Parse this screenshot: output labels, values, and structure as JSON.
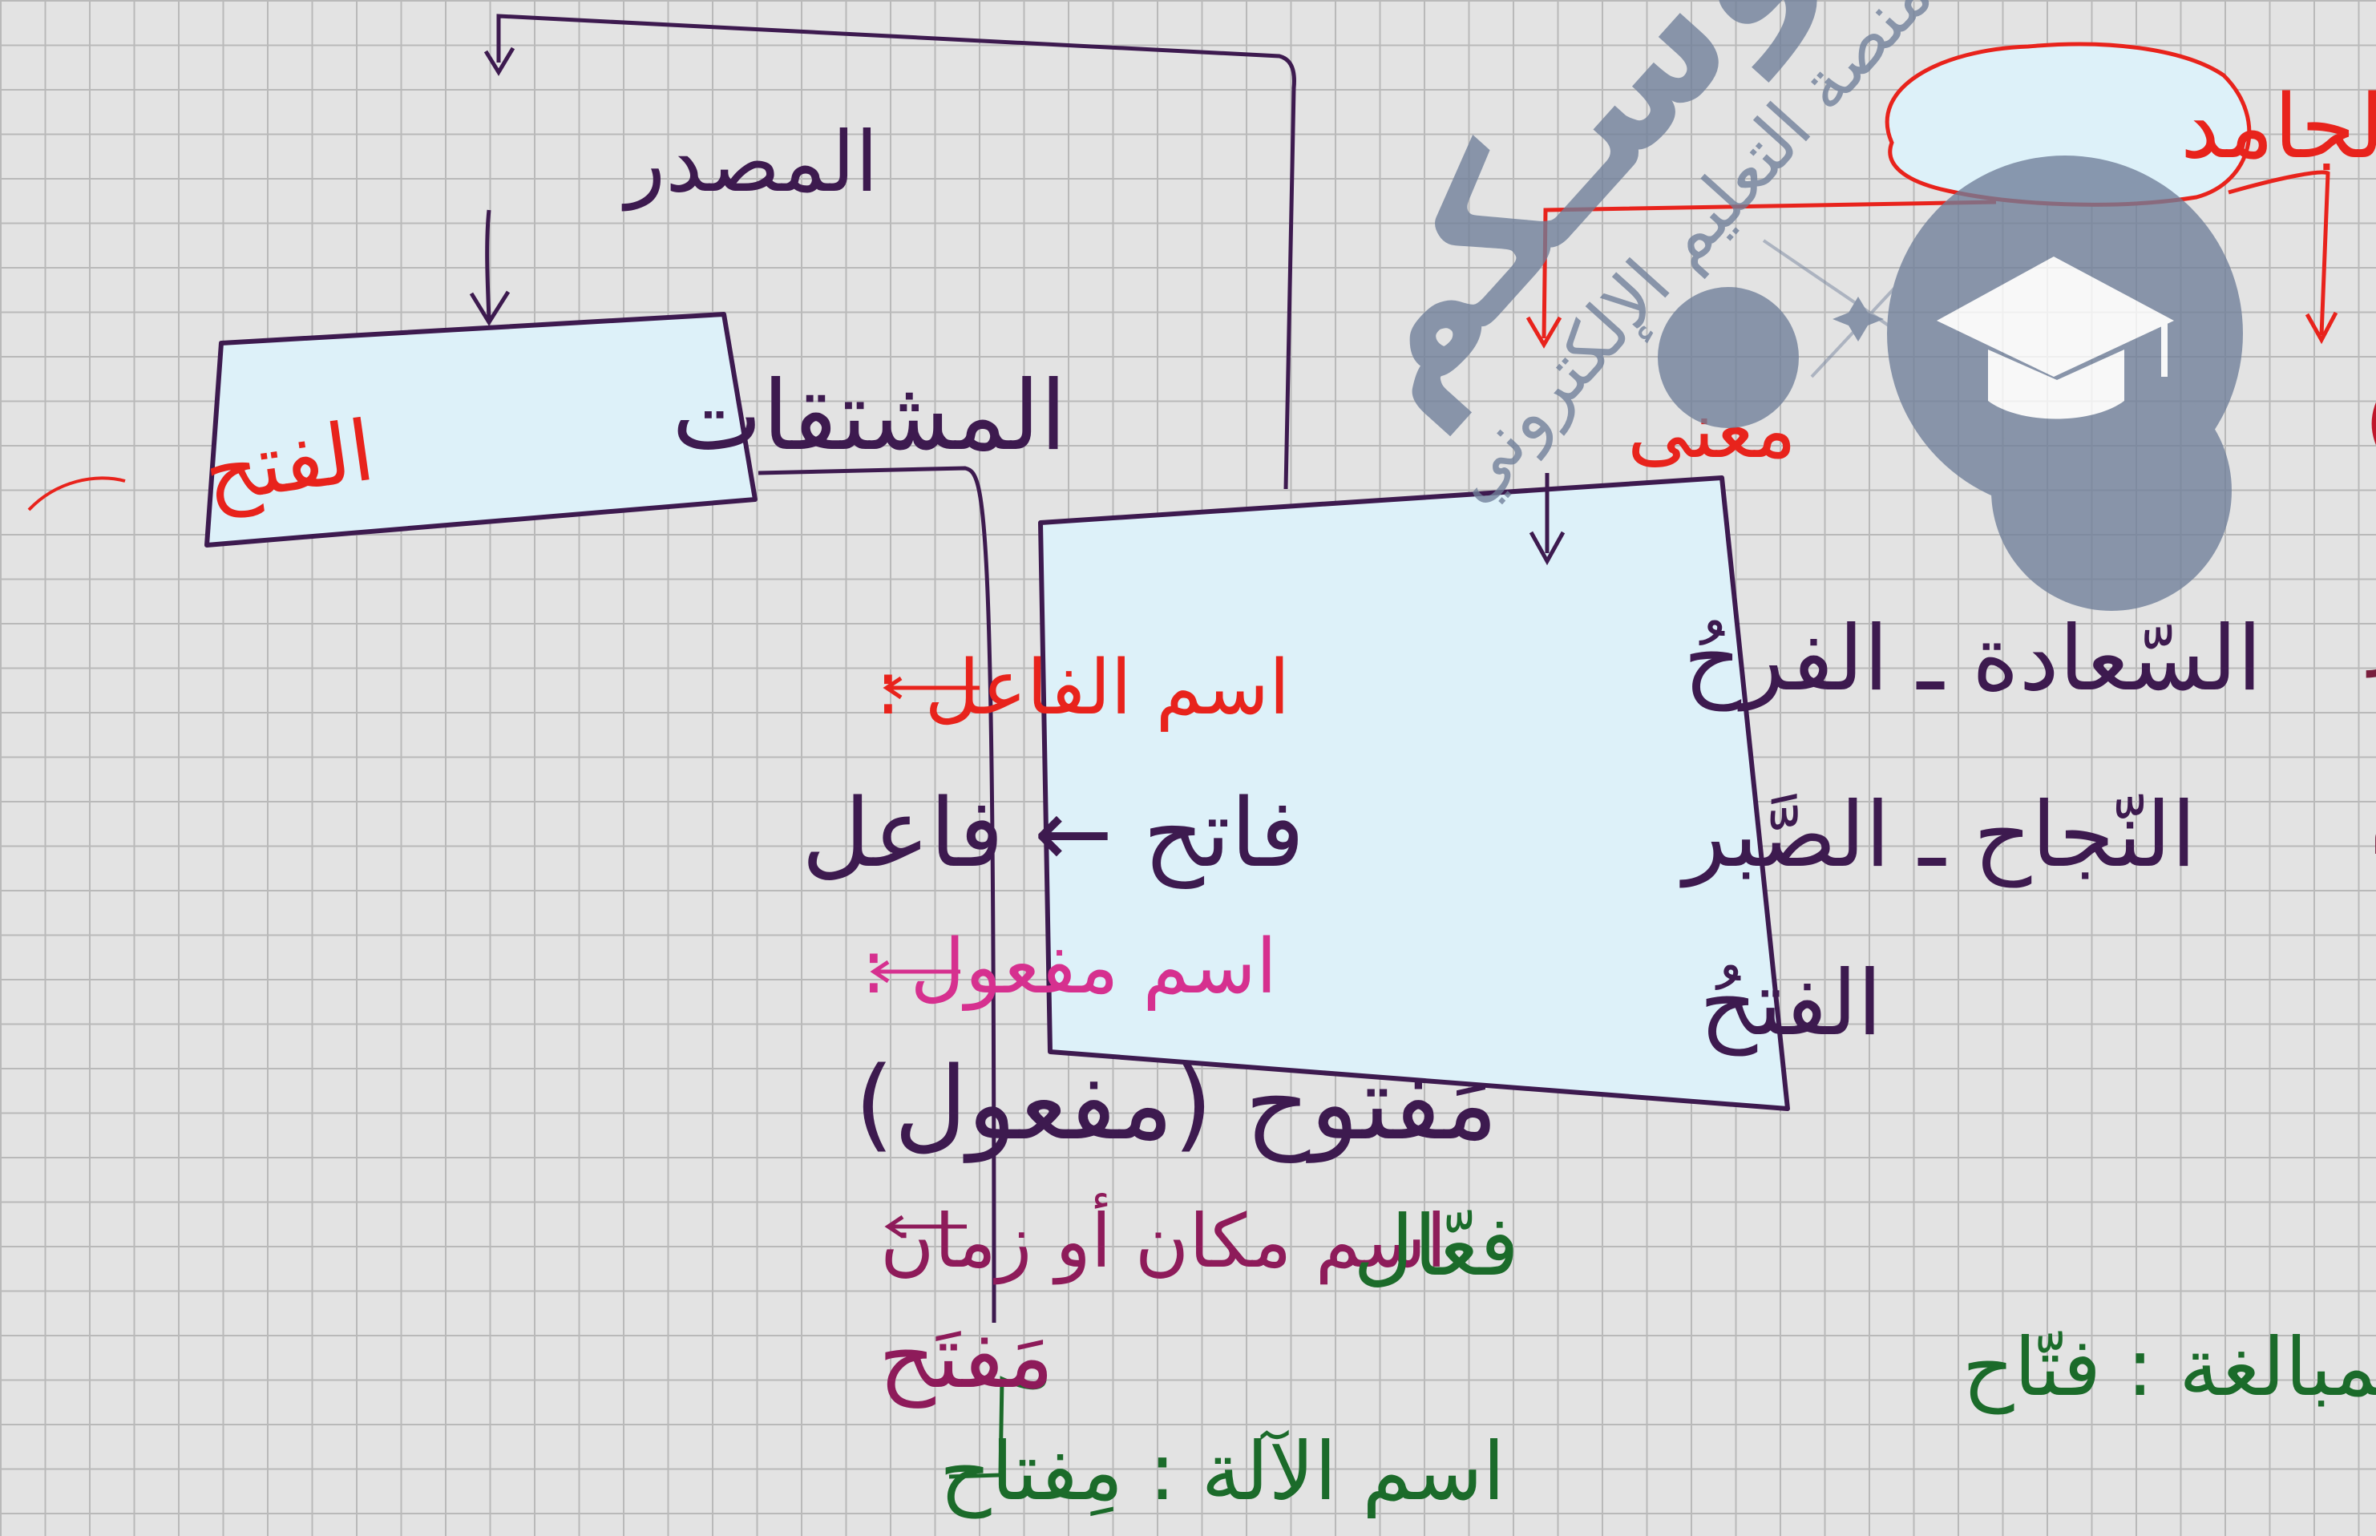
{
  "notes": {
    "masdar": "المصدر",
    "mushtaqqat": "المشتقات",
    "fath": "الفتح",
    "ism_fail": "اسم الفاعل :",
    "fatih_fail": "فاتح ← فاعل",
    "ism_mafool": "اسم مفعول :",
    "maftuh_mafool": "مَفتوح (مفعول)",
    "ism_makan": "اسم مكان أو زمان",
    "maftah": "مَفتَح",
    "ism_ala": "اسم الآلة : مِفتاح",
    "sighat_mubalagha": "صيغة المبالغة : فتّاح",
    "fa33al": "فعّال",
    "jamid": "الجامد",
    "mana": "معنى",
    "dhat": "ذات (مادي)",
    "box_line1": "السّعادة ـ الفرحُ",
    "box_line2": "النّجاح ـ الصَّبر",
    "box_line3": "الفتحُ",
    "dhat_ex1": "بئر ـ أشجار",
    "dhat_ex2": "صابور ـ نجم"
  },
  "watermark": {
    "brand": "دروسـكم",
    "tagline": "منصة التعليم الإلكتروني"
  },
  "colors": {
    "purple": "#3d1a4f",
    "red": "#e8231c",
    "pink": "#d6308f",
    "magenta": "#8e1b5a",
    "green": "#1b6b2a",
    "box_fill": "#ddf1f9",
    "watermark": "#6f7f99"
  }
}
